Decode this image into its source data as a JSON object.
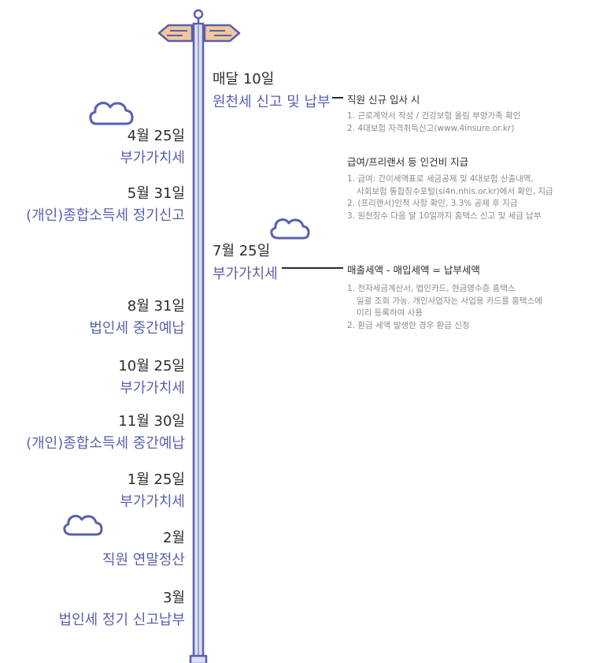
{
  "colors": {
    "pole_fill": "#dcdff5",
    "pole_stroke": "#5a5fb0",
    "sign_fill": "#f2c89a",
    "accent_text": "#5a5fb0",
    "dark_text": "#2b2b33",
    "note_text": "#8a8a92"
  },
  "right": {
    "monthly": {
      "date": "매달 10일",
      "tax": "원천세 신고 및 납부",
      "heading1": "직원 신규 입사 시",
      "items1": [
        "1. 근로계약서 작성 / 건강보험 올림 부양가족 확인",
        "2. 4대보험 자격취득신고(www.4insure.or.kr)"
      ],
      "heading2": "급여/프리랜서 등 인건비 지급",
      "items2": [
        "1. 급여: 간이세액표로 세금공제 및 4대보험 산출내역,",
        "   사회보험 통합징수포털(si4n.nhis.or.kr)에서 확인, 지급",
        "2. (프리랜서)인적 사항 확인, 3.3% 공제 후 지급",
        "3. 원천징수 다음 달 10일까지 홈택스 신고 및 세금 납부"
      ]
    },
    "july": {
      "date": "7월 25일",
      "tax": "부가가치세",
      "heading": "매출세액 - 매입세액 = 납부세액",
      "items": [
        "1. 전자세금계산서, 법인카드, 현금영수증 홈택스",
        "   일괄 조회 가능. 개인사업자는 사업용 카드를 홈택스에",
        "   미리 등록하여 사용",
        "2. 환급 세액 발생한 경우 환급 신청"
      ]
    }
  },
  "left": [
    {
      "date": "4월 25일",
      "tax": "부가가치세"
    },
    {
      "date": "5월 31일",
      "tax": "(개인)종합소득세 정기신고"
    },
    {
      "date": "8월 31일",
      "tax": "법인세 중간예납"
    },
    {
      "date": "10월 25일",
      "tax": "부가가치세"
    },
    {
      "date": "11월 30일",
      "tax": "(개인)종합소득세 중간예납"
    },
    {
      "date": "1월 25일",
      "tax": "부가가치세"
    },
    {
      "date": "2월",
      "tax": "직원 연말정산"
    },
    {
      "date": "3월",
      "tax": "법인세 정기 신고납부"
    }
  ]
}
